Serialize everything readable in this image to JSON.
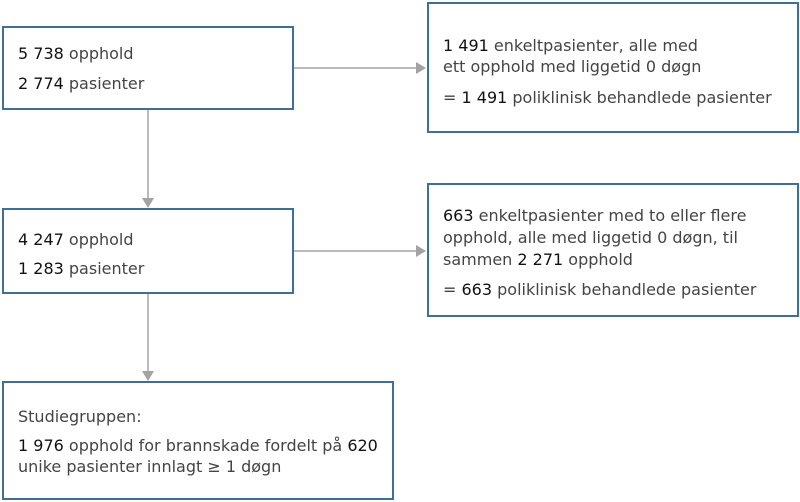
{
  "colors": {
    "box_border": "#3d6f98",
    "arrow": "#a3a3a3",
    "text": "#444444"
  },
  "boxes": {
    "box1": {
      "line1": {
        "num": "5 738",
        "text": " opphold"
      },
      "line2": {
        "num": "2 774",
        "text": " pasienter"
      }
    },
    "box2": {
      "line1": {
        "num": "4 247",
        "text": " opphold"
      },
      "line2": {
        "num": "1 283",
        "text": " pasienter"
      }
    },
    "box3": {
      "line1": "Studiegruppen:",
      "line2": {
        "num": "1 976",
        "text1": " opphold for brannskade fordelt på ",
        "num2": "620"
      },
      "line3": "unike pasienter innlagt ≥ 1 døgn"
    },
    "side1": {
      "line1": {
        "num": "1 491",
        "text": " enkeltpasienter, alle med"
      },
      "line2": "ett opphold med liggetid 0 døgn",
      "line3": {
        "prefix": "= ",
        "num": "1 491",
        "text": " poliklinisk behandlede pasienter"
      }
    },
    "side2": {
      "line1": {
        "num": "663",
        "text": " enkeltpasienter med to eller flere"
      },
      "line2": "opphold, alle med liggetid 0 døgn, til",
      "line3": {
        "text": "sammen ",
        "num": "2 271",
        "text2": " opphold"
      },
      "line4": {
        "prefix": "= ",
        "num": "663",
        "text": " poliklinisk behandlede pasienter"
      }
    }
  }
}
